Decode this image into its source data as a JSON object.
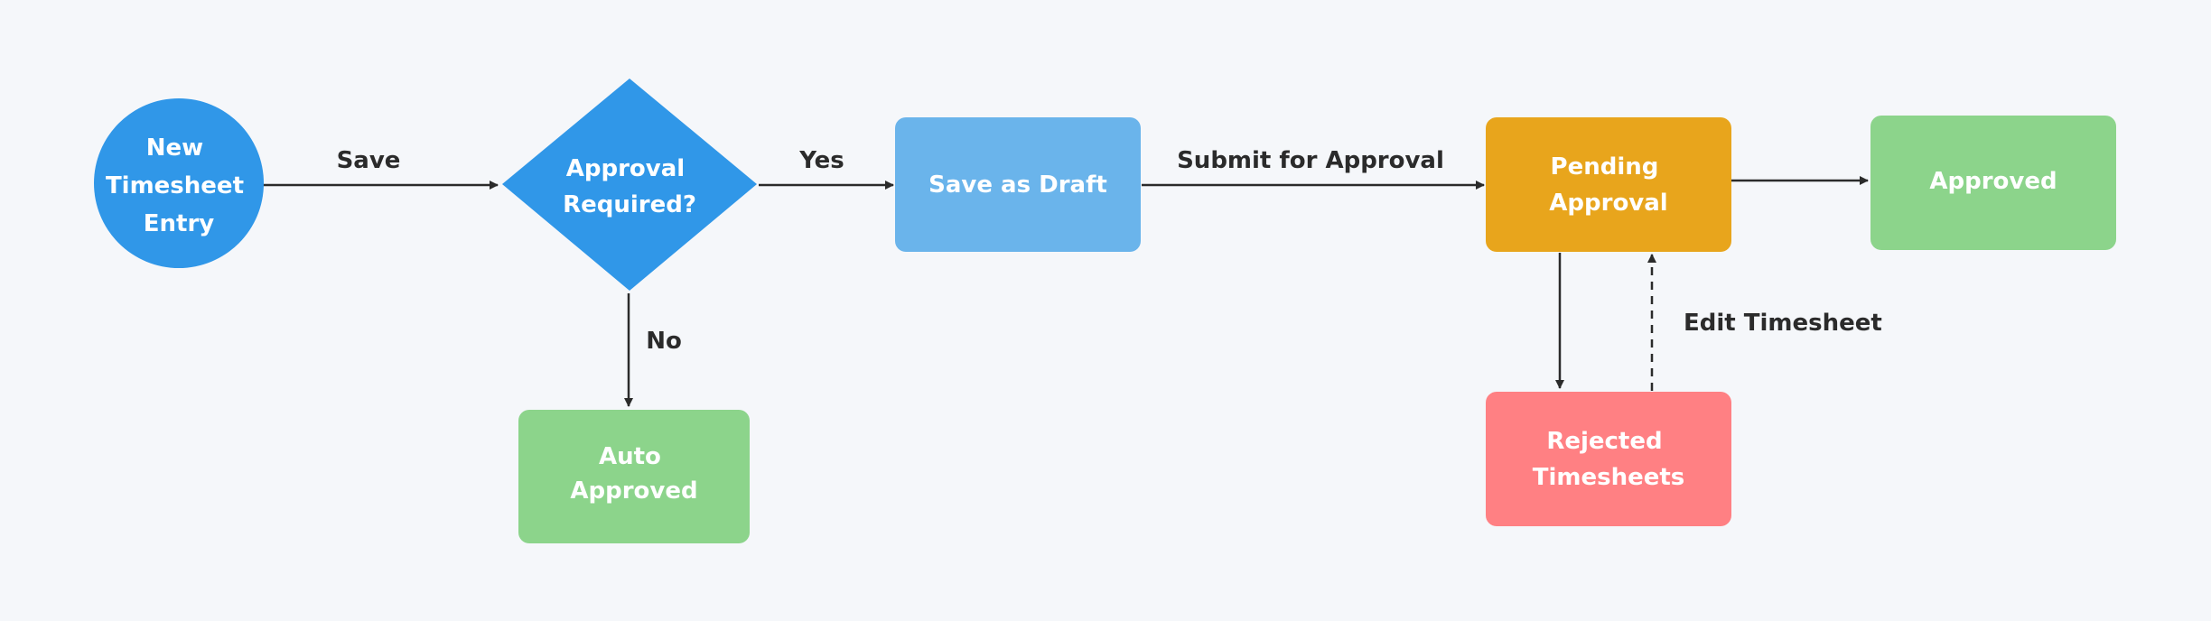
{
  "nodes": {
    "new_entry": {
      "lines": [
        "New",
        "Timesheet",
        "Entry"
      ],
      "shape": "circle",
      "color": "#3097e8"
    },
    "approval_required": {
      "lines": [
        "Approval",
        "Required?"
      ],
      "shape": "diamond",
      "color": "#3097e8"
    },
    "save_draft": {
      "lines": [
        "Save as Draft"
      ],
      "shape": "rounded-rect",
      "color": "#6ab4eb"
    },
    "pending_approval": {
      "lines": [
        "Pending",
        "Approval"
      ],
      "shape": "rounded-rect",
      "color": "#e8a51c"
    },
    "approved": {
      "lines": [
        "Approved"
      ],
      "shape": "rounded-rect",
      "color": "#8cd48b"
    },
    "auto_approved": {
      "lines": [
        "Auto",
        "Approved"
      ],
      "shape": "rounded-rect",
      "color": "#8cd48b"
    },
    "rejected": {
      "lines": [
        "Rejected",
        "Timesheets"
      ],
      "shape": "rounded-rect",
      "color": "#ff8083"
    }
  },
  "edges": {
    "save": {
      "label": "Save",
      "from": "new_entry",
      "to": "approval_required"
    },
    "yes": {
      "label": "Yes",
      "from": "approval_required",
      "to": "save_draft"
    },
    "no": {
      "label": "No",
      "from": "approval_required",
      "to": "auto_approved"
    },
    "submit": {
      "label": "Submit for Approval",
      "from": "save_draft",
      "to": "pending_approval"
    },
    "to_approved": {
      "label": "",
      "from": "pending_approval",
      "to": "approved"
    },
    "to_rejected": {
      "label": "",
      "from": "pending_approval",
      "to": "rejected"
    },
    "edit": {
      "label": "Edit Timesheet",
      "from": "rejected",
      "to": "pending_approval",
      "style": "dashed"
    }
  },
  "colors": {
    "background": "#f5f7fa",
    "edge": "#2b2b2b",
    "node_text": "#ffffff"
  }
}
